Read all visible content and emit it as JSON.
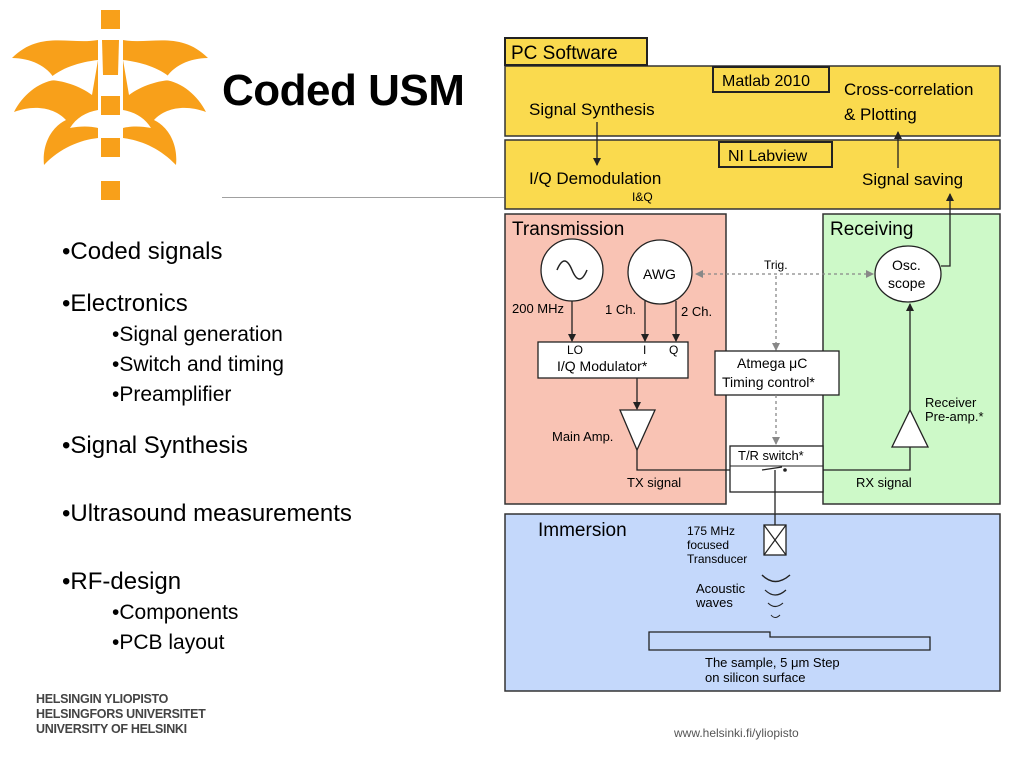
{
  "slide": {
    "title": "Coded USM",
    "footer_url": "www.helsinki.fi/yliopisto"
  },
  "university": {
    "lines": [
      "HELSINGIN YLIOPISTO",
      "HELSINGFORS UNIVERSITET",
      "UNIVERSITY OF HELSINKI"
    ]
  },
  "bullets": [
    {
      "text": "•Coded signals",
      "level": 1
    },
    {
      "text": "•Electronics",
      "level": 1
    },
    {
      "text": "•Signal generation",
      "level": 2
    },
    {
      "text": "•Switch and timing",
      "level": 2
    },
    {
      "text": "•Preamplifier",
      "level": 2
    },
    {
      "text": "•Signal Synthesis",
      "level": 1
    },
    {
      "text": "•Ultrasound measurements",
      "level": 1
    },
    {
      "text": "•RF-design",
      "level": 1
    },
    {
      "text": "•Components",
      "level": 2
    },
    {
      "text": "•PCB layout",
      "level": 2
    }
  ],
  "diagram": {
    "pc_software": {
      "label": "PC Software",
      "matlab": "Matlab 2010",
      "labview": "NI Labview",
      "signal_synthesis": "Signal Synthesis",
      "cross_correlation_1": "Cross-correlation",
      "cross_correlation_2": "& Plotting",
      "iq_demodulation": "I/Q Demodulation",
      "iq": "I&Q",
      "signal_saving": "Signal saving"
    },
    "transmission": {
      "label": "Transmission",
      "awg": "AWG",
      "freq_200": "200 MHz",
      "ch1": "1 Ch.",
      "ch2": "2 Ch.",
      "lo": "LO",
      "i": "I",
      "q": "Q",
      "modulator": "I/Q Modulator*",
      "main_amp": "Main Amp.",
      "tx_signal": "TX signal"
    },
    "middle": {
      "trig": "Trig.",
      "atmega": "Atmega μC",
      "timing": "Timing control*",
      "tr_switch": "T/R switch*"
    },
    "receiving": {
      "label": "Receiving",
      "osc_1": "Osc.",
      "osc_2": "scope",
      "receiver_1": "Receiver",
      "receiver_2": "Pre-amp.*",
      "rx_signal": "RX signal"
    },
    "immersion": {
      "label": "Immersion",
      "transducer_1": "175 MHz",
      "transducer_2": "focused",
      "transducer_3": "Transducer",
      "acoustic_1": "Acoustic",
      "acoustic_2": "waves",
      "sample_1": "The sample, 5 μm Step",
      "sample_2": "on silicon surface"
    },
    "colors": {
      "pc": "#fada4e",
      "transmission": "#f9c3b4",
      "receiving": "#cdf9c8",
      "immersion": "#c4d8fb",
      "logo": "#f8a01a"
    }
  }
}
